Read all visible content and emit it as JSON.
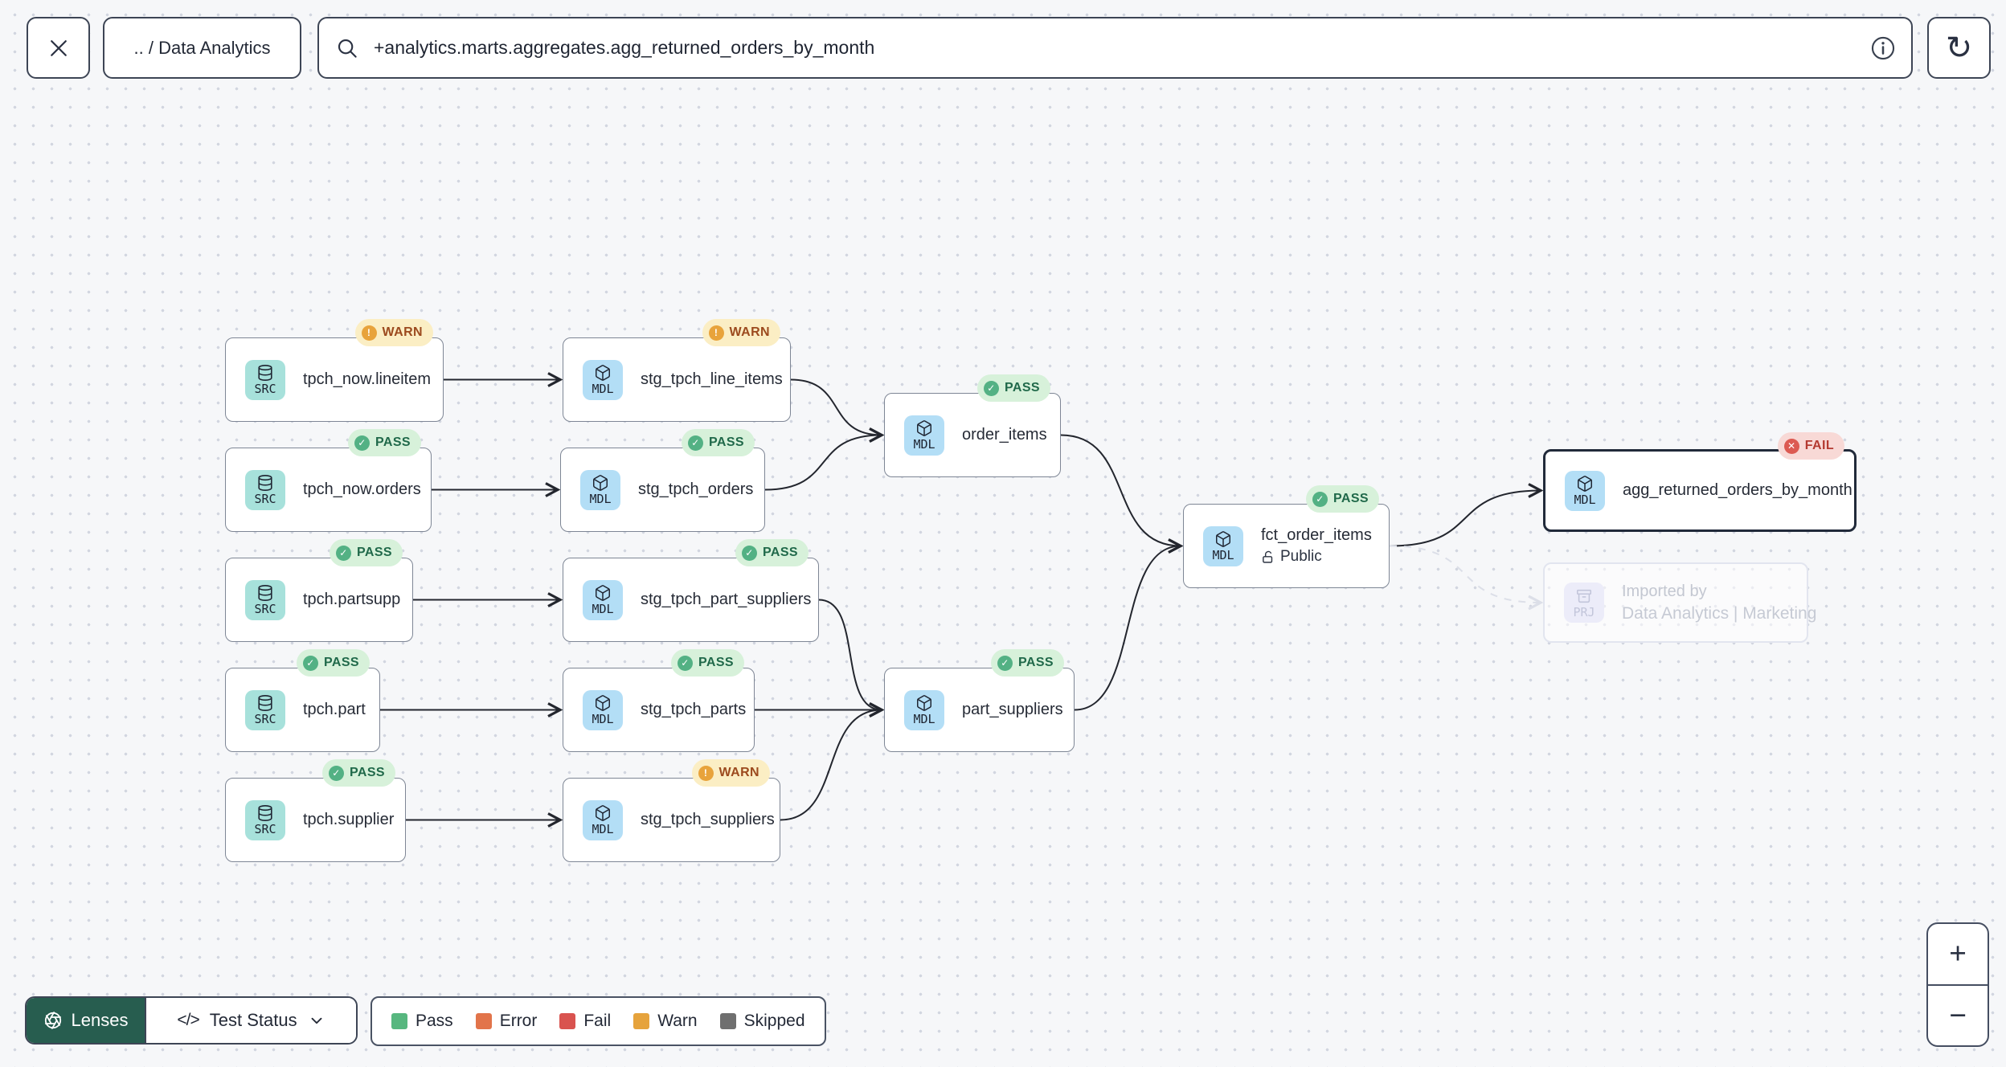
{
  "topbar": {
    "breadcrumb": ".. / Data Analytics",
    "search_value": "+analytics.marts.aggregates.agg_returned_orders_by_month",
    "icons": {
      "close": "close-icon",
      "search": "magnifier-icon",
      "info": "info-icon",
      "refresh": "refresh-icon"
    },
    "refresh_glyph": "↻"
  },
  "graph": {
    "nodes": [
      {
        "id": "tpch_now_lineitem",
        "label": "tpch_now.lineitem",
        "kind": "SRC",
        "badge": "WARN"
      },
      {
        "id": "stg_tpch_line_items",
        "label": "stg_tpch_line_items",
        "kind": "MDL",
        "badge": "WARN"
      },
      {
        "id": "tpch_now_orders",
        "label": "tpch_now.orders",
        "kind": "SRC",
        "badge": "PASS"
      },
      {
        "id": "stg_tpch_orders",
        "label": "stg_tpch_orders",
        "kind": "MDL",
        "badge": "PASS"
      },
      {
        "id": "order_items",
        "label": "order_items",
        "kind": "MDL",
        "badge": "PASS"
      },
      {
        "id": "tpch_partsupp",
        "label": "tpch.partsupp",
        "kind": "SRC",
        "badge": "PASS"
      },
      {
        "id": "stg_tpch_part_suppliers",
        "label": "stg_tpch_part_suppliers",
        "kind": "MDL",
        "badge": "PASS"
      },
      {
        "id": "tpch_part",
        "label": "tpch.part",
        "kind": "SRC",
        "badge": "PASS"
      },
      {
        "id": "stg_tpch_parts",
        "label": "stg_tpch_parts",
        "kind": "MDL",
        "badge": "PASS"
      },
      {
        "id": "part_suppliers",
        "label": "part_suppliers",
        "kind": "MDL",
        "badge": "PASS"
      },
      {
        "id": "tpch_supplier",
        "label": "tpch.supplier",
        "kind": "SRC",
        "badge": "PASS"
      },
      {
        "id": "stg_tpch_suppliers",
        "label": "stg_tpch_suppliers",
        "kind": "MDL",
        "badge": "WARN"
      },
      {
        "id": "fct_order_items",
        "label": "fct_order_items",
        "kind": "MDL",
        "badge": "PASS",
        "sublabel": "Public",
        "sublabel_icon": "unlock-icon"
      },
      {
        "id": "agg_returned_orders_by_month",
        "label": "agg_returned_orders_by_month",
        "kind": "MDL",
        "badge": "FAIL",
        "selected": true
      },
      {
        "id": "imported_by",
        "label": "Imported by",
        "kind": "PRJ",
        "ghost": true,
        "sublabel": "Data Analytics | Marketing"
      }
    ],
    "edges": [
      {
        "from": "tpch_now_lineitem",
        "to": "stg_tpch_line_items"
      },
      {
        "from": "tpch_now_orders",
        "to": "stg_tpch_orders"
      },
      {
        "from": "tpch_partsupp",
        "to": "stg_tpch_part_suppliers"
      },
      {
        "from": "tpch_part",
        "to": "stg_tpch_parts"
      },
      {
        "from": "tpch_supplier",
        "to": "stg_tpch_suppliers"
      },
      {
        "from": "stg_tpch_line_items",
        "to": "order_items"
      },
      {
        "from": "stg_tpch_orders",
        "to": "order_items"
      },
      {
        "from": "stg_tpch_part_suppliers",
        "to": "part_suppliers"
      },
      {
        "from": "stg_tpch_parts",
        "to": "part_suppliers"
      },
      {
        "from": "stg_tpch_suppliers",
        "to": "part_suppliers"
      },
      {
        "from": "order_items",
        "to": "fct_order_items"
      },
      {
        "from": "part_suppliers",
        "to": "fct_order_items"
      },
      {
        "from": "fct_order_items",
        "to": "agg_returned_orders_by_month"
      },
      {
        "from": "fct_order_items",
        "to": "imported_by",
        "style": "ghost"
      }
    ]
  },
  "node_kinds": {
    "SRC": {
      "label": "SRC",
      "icon": "database-icon",
      "color": "#a7e1db"
    },
    "MDL": {
      "label": "MDL",
      "icon": "box-icon",
      "color": "#b3def6"
    },
    "PRJ": {
      "label": "PRJ",
      "icon": "archive-icon",
      "color": "#ececf9"
    }
  },
  "badges": {
    "PASS": {
      "label": "PASS",
      "glyph": "✓",
      "bg": "#d7f1da",
      "dot": "#53b184",
      "text_color": "#20694a"
    },
    "WARN": {
      "label": "WARN",
      "glyph": "!",
      "bg": "#fbeec4",
      "dot": "#e8a33b",
      "text_color": "#9c4a1e"
    },
    "FAIL": {
      "label": "FAIL",
      "glyph": "✕",
      "bg": "#f8d9d6",
      "dot": "#dc5a52",
      "text_color": "#b43a31"
    }
  },
  "toolbar": {
    "lenses_label": "Lenses",
    "lenses_icon": "aperture-icon",
    "lens_value": "Test Status",
    "lens_icon": "code-icon",
    "lens_code_glyph": "</>",
    "chevron_icon": "chevron-down-icon"
  },
  "legend": {
    "items": [
      {
        "label": "Pass",
        "color": "#57b77f"
      },
      {
        "label": "Error",
        "color": "#e2744a"
      },
      {
        "label": "Fail",
        "color": "#d9534f"
      },
      {
        "label": "Warn",
        "color": "#e6a33c"
      },
      {
        "label": "Skipped",
        "color": "#6f6f6f"
      }
    ]
  },
  "zoom_controls": {
    "zoom_in": "+",
    "zoom_out": "−"
  },
  "colors": {
    "canvas_bg": "#f6f7f9",
    "edge": "#23262e",
    "ghost_edge": "#dcdfe8",
    "node_border": "#7e8695",
    "selected_border": "#212a3a",
    "lenses_green": "#275d4f"
  }
}
